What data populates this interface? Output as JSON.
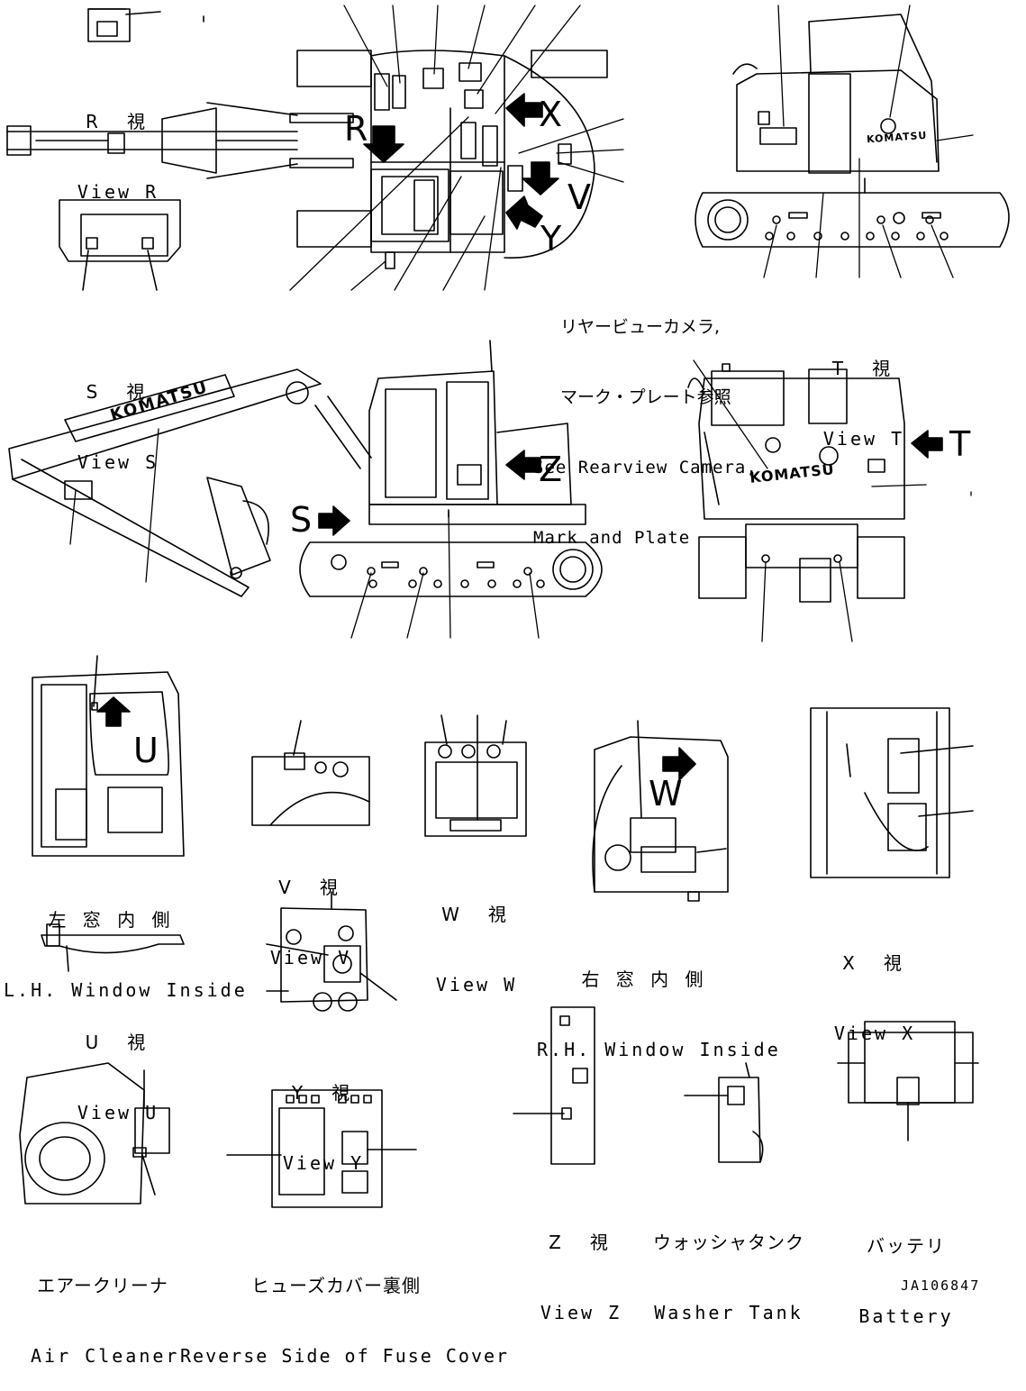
{
  "views": [
    {
      "id": "r",
      "jp": "R　視",
      "en": "View R"
    },
    {
      "id": "s",
      "jp": "S　視",
      "en": "View S"
    },
    {
      "id": "t",
      "jp": "T　視",
      "en": "View T"
    },
    {
      "id": "lh",
      "jp": "左 窓 内 側",
      "en": "L.H. Window Inside"
    },
    {
      "id": "v",
      "jp": "V　視",
      "en": "View V"
    },
    {
      "id": "w",
      "jp": "W　視",
      "en": "View W"
    },
    {
      "id": "rh",
      "jp": "右 窓 内 側",
      "en": "R.H. Window Inside"
    },
    {
      "id": "x",
      "jp": "X　視",
      "en": "View X"
    },
    {
      "id": "u",
      "jp": "U　視",
      "en": "View U"
    },
    {
      "id": "y",
      "jp": "Y　視",
      "en": "View Y"
    },
    {
      "id": "aircleaner",
      "jp": "エアークリーナ",
      "en": "Air Cleaner"
    },
    {
      "id": "fusecover",
      "jp": "ヒューズカバー裏側",
      "en": "Reverse Side of Fuse Cover"
    },
    {
      "id": "z",
      "jp": "Z　視",
      "en": "View Z"
    },
    {
      "id": "washer",
      "jp": "ウォッシャタンク",
      "en": "Washer Tank"
    },
    {
      "id": "battery",
      "jp": "バッテリ",
      "en": "Battery"
    }
  ],
  "rearview_note": {
    "jp_line1": "リヤービューカメラ,",
    "jp_line2": "マーク・プレート参照",
    "en_line1": "See Rearview Camera,",
    "en_line2": "Mark and Plate"
  },
  "arrow_letters": {
    "r": "R",
    "x": "X",
    "v": "V",
    "y": "Y",
    "z": "Z",
    "s": "S",
    "t": "T",
    "u": "U",
    "w": "W"
  },
  "brand_text": "KOMATSU",
  "document_id": "JA106847"
}
